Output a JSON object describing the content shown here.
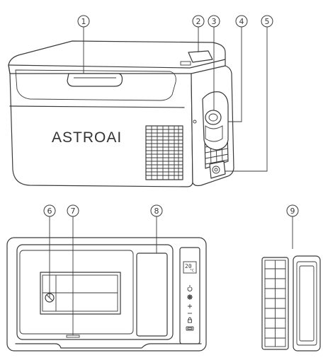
{
  "brand": {
    "logo_text": "ASTROAI"
  },
  "callouts": [
    "1",
    "2",
    "3",
    "4",
    "5",
    "6",
    "7",
    "8",
    "9"
  ],
  "control_panel": {
    "display_temp": "20",
    "display_unit": "°C",
    "icons": [
      "power-icon",
      "gear-icon",
      "plus-icon",
      "minus-icon",
      "lock-icon",
      "usb-icon"
    ]
  }
}
